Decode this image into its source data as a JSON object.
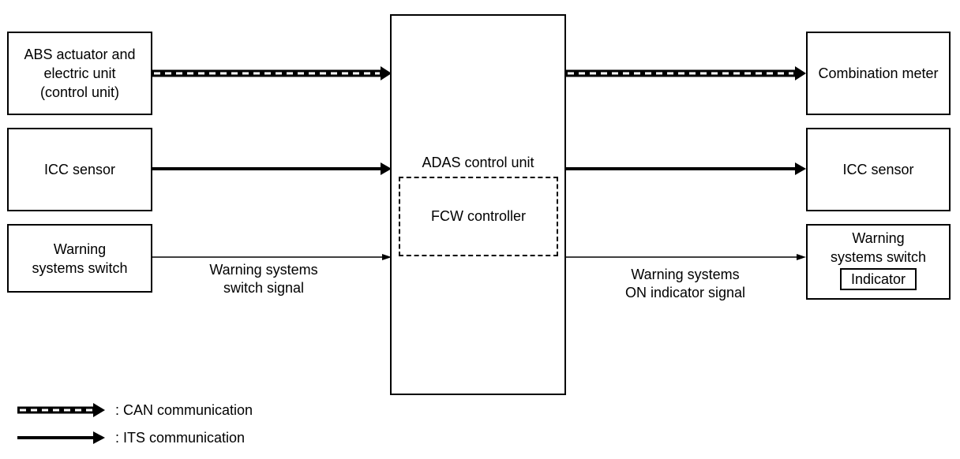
{
  "left_blocks": {
    "abs": "ABS actuator and\nelectric unit\n(control unit)",
    "icc": "ICC sensor",
    "switch": "Warning\nsystems switch"
  },
  "center": {
    "title": "ADAS control unit",
    "inner": "FCW controller"
  },
  "right_blocks": {
    "meter": "Combination meter",
    "icc": "ICC sensor",
    "switch": "Warning\nsystems switch",
    "indicator": "Indicator"
  },
  "signals": {
    "left": "Warning systems\nswitch signal",
    "right": "Warning systems\nON indicator signal"
  },
  "legend": {
    "can": ": CAN communication",
    "its": ": ITS communication"
  }
}
